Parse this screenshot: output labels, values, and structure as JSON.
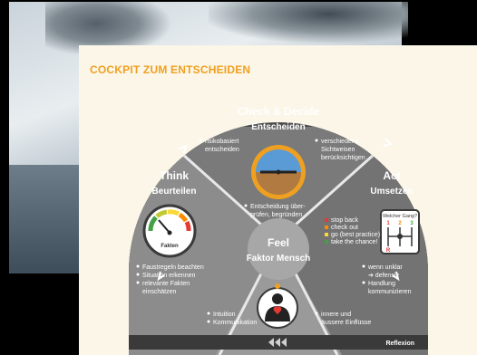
{
  "card_title": "COCKPIT ZUM ENTSCHEIDEN",
  "sections": {
    "check": {
      "title": "Check & Decide",
      "subtitle": "Entscheiden"
    },
    "think": {
      "title": "Think",
      "subtitle": "Beurteilen"
    },
    "act": {
      "title": "Act",
      "subtitle": "Umsetzen"
    },
    "feel": {
      "title": "Feel",
      "subtitle": "Faktor Mensch"
    }
  },
  "bullets": {
    "check_left": [
      "risikobasiert",
      "entscheiden"
    ],
    "check_right": [
      "verschiedene",
      "Sichtweisen",
      "berücksichtigen"
    ],
    "check_bottom": [
      "Entscheidung über-",
      "prüfen, begründen"
    ],
    "think": [
      "Faustregeln beachten",
      "Situation erkennen",
      "relevante Fakten",
      "einschätzen"
    ],
    "act": [
      "wenn unklar",
      "➔ defensiv",
      "Handlung",
      "kommunizieren"
    ],
    "feel_left": [
      "Intuition",
      "Kommunikation"
    ],
    "feel_right": [
      "innere und",
      "äussere Einflüsse"
    ]
  },
  "gauge_label": "Fakten",
  "gear_label": "Welcher Gang?",
  "gear_numbers": [
    "1",
    "2",
    "3"
  ],
  "gear_r": "R",
  "act_options": [
    "stop back",
    "check out",
    "go (best practice)",
    "take the chance!"
  ],
  "act_option_colors": [
    "#e53935",
    "#fb8c00",
    "#fdd835",
    "#43a047"
  ],
  "reflexion": "Reflexion",
  "colors": {
    "accent": "#f0a020",
    "segment_dark": "#6a6a6a",
    "segment_mid": "#8a8a8a",
    "outer_ring": "#4a4a4a"
  }
}
